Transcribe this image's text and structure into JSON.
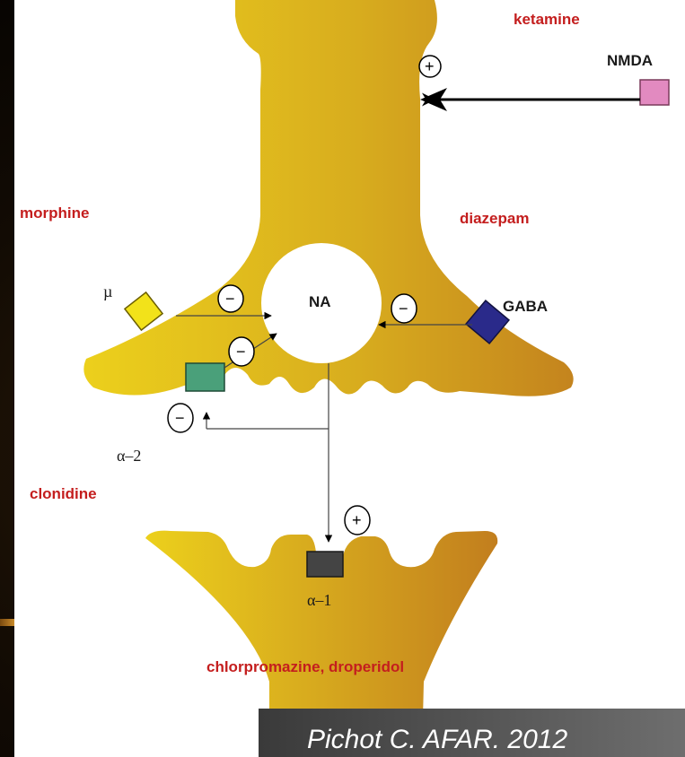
{
  "labels": {
    "ketamine": "ketamine",
    "nmda": "NMDA",
    "morphine": "morphine",
    "diazepam": "diazepam",
    "mu": "µ",
    "na": "NA",
    "gaba": "GABA",
    "alpha2": "α–2",
    "clonidine": "clonidine",
    "alpha1": "α–1",
    "chlorpromazine": "chlorpromazine, droperidol"
  },
  "signs": {
    "nmda": "+",
    "mu": "−",
    "alpha2_receptor": "−",
    "gaba": "−",
    "autoreceptor": "−",
    "alpha1": "+"
  },
  "citation": "Pichot C. AFAR. 2012",
  "colors": {
    "neuron_light": "#e6c21a",
    "neuron_dark": "#c98a1e",
    "drug_label": "#c41e1e",
    "nmda_receptor": "#e28ac0",
    "mu_receptor": "#f2e21a",
    "alpha2_receptor": "#4aa07a",
    "gaba_receptor": "#2a2a8a",
    "alpha1_receptor": "#444444"
  }
}
